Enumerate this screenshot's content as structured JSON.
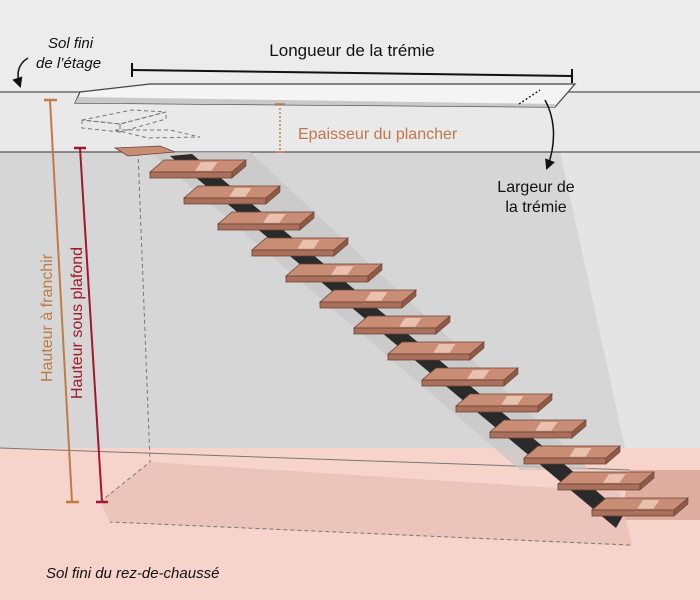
{
  "labels": {
    "floor_upper": [
      "Sol fini",
      "de l’étage"
    ],
    "opening_length": "Longueur de la trémie",
    "floor_thickness": "Epaisseur du plancher",
    "opening_width": [
      "Largeur de",
      "la trémie"
    ],
    "height_to_climb": "Hauteur à franchir",
    "ceiling_height": "Hauteur sous plafond",
    "floor_ground": "Sol fini du rez-de-chaussé"
  },
  "colors": {
    "wall_back": "#d6d6d6",
    "wall_right": "#e4e4e4",
    "ceiling": "#efefef",
    "slab": "#e7e7e7",
    "floor": "#f6d4cb",
    "floor_edge": "#e3b2a6",
    "tread_top": "#c98c74",
    "tread_front": "#a9705b",
    "tread_light": "#e8c2ae",
    "stringer": "#2a2a2a",
    "shadow": "#c5c5c5",
    "thickness_accent": "#c0774f",
    "height_to_climb_accent": "#bf7a45",
    "ceiling_height_accent": "#a1182b",
    "ink": "#111111"
  },
  "step_count": 14
}
